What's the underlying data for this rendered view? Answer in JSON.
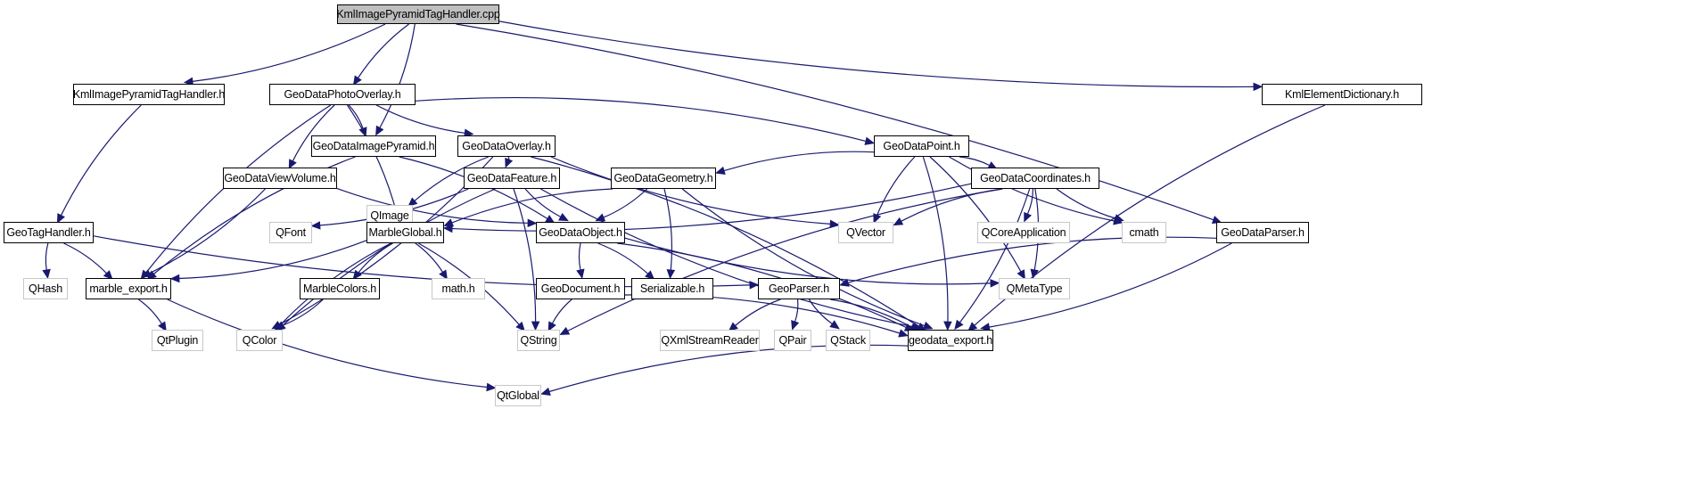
{
  "title": "KmlImagePyramidTagHandler.cpp include dependency graph",
  "colors": {
    "edge": "#191970",
    "root_fill": "#bfbfbf",
    "local_border": "#000000",
    "external_border": "#c8c8c8"
  },
  "nodes": [
    {
      "id": "cpp",
      "label": "KmlImagePyramidTagHandler.cpp",
      "kind": "root"
    },
    {
      "id": "kipth_h",
      "label": "KmlImagePyramidTagHandler.h",
      "kind": "local"
    },
    {
      "id": "gdpo",
      "label": "GeoDataPhotoOverlay.h",
      "kind": "local"
    },
    {
      "id": "ked",
      "label": "KmlElementDictionary.h",
      "kind": "local"
    },
    {
      "id": "gdip",
      "label": "GeoDataImagePyramid.h",
      "kind": "local"
    },
    {
      "id": "gdov",
      "label": "GeoDataOverlay.h",
      "kind": "local"
    },
    {
      "id": "gdpt",
      "label": "GeoDataPoint.h",
      "kind": "local"
    },
    {
      "id": "gdvv",
      "label": "GeoDataViewVolume.h",
      "kind": "local"
    },
    {
      "id": "qimage",
      "label": "QImage",
      "kind": "external"
    },
    {
      "id": "gdfeat",
      "label": "GeoDataFeature.h",
      "kind": "local"
    },
    {
      "id": "gdgeom",
      "label": "GeoDataGeometry.h",
      "kind": "local"
    },
    {
      "id": "gdcoord",
      "label": "GeoDataCoordinates.h",
      "kind": "local"
    },
    {
      "id": "gth",
      "label": "GeoTagHandler.h",
      "kind": "local"
    },
    {
      "id": "qfont",
      "label": "QFont",
      "kind": "external"
    },
    {
      "id": "mglobal",
      "label": "MarbleGlobal.h",
      "kind": "local"
    },
    {
      "id": "gdobj",
      "label": "GeoDataObject.h",
      "kind": "local"
    },
    {
      "id": "qvector",
      "label": "QVector",
      "kind": "external"
    },
    {
      "id": "qcoreapp",
      "label": "QCoreApplication",
      "kind": "external"
    },
    {
      "id": "cmath",
      "label": "cmath",
      "kind": "external"
    },
    {
      "id": "gdparser",
      "label": "GeoDataParser.h",
      "kind": "local"
    },
    {
      "id": "qhash",
      "label": "QHash",
      "kind": "external"
    },
    {
      "id": "mexport",
      "label": "marble_export.h",
      "kind": "local"
    },
    {
      "id": "mcolors",
      "label": "MarbleColors.h",
      "kind": "local"
    },
    {
      "id": "mathh",
      "label": "math.h",
      "kind": "external"
    },
    {
      "id": "gddoc",
      "label": "GeoDocument.h",
      "kind": "local"
    },
    {
      "id": "serial",
      "label": "Serializable.h",
      "kind": "local"
    },
    {
      "id": "gparser",
      "label": "GeoParser.h",
      "kind": "local"
    },
    {
      "id": "qmeta",
      "label": "QMetaType",
      "kind": "external"
    },
    {
      "id": "qtplugin",
      "label": "QtPlugin",
      "kind": "external"
    },
    {
      "id": "qcolor",
      "label": "QColor",
      "kind": "external"
    },
    {
      "id": "qstring",
      "label": "QString",
      "kind": "external"
    },
    {
      "id": "qxml",
      "label": "QXmlStreamReader",
      "kind": "external"
    },
    {
      "id": "qpair",
      "label": "QPair",
      "kind": "external"
    },
    {
      "id": "qstack",
      "label": "QStack",
      "kind": "external"
    },
    {
      "id": "gdexport",
      "label": "geodata_export.h",
      "kind": "local"
    },
    {
      "id": "qtglobal",
      "label": "QtGlobal",
      "kind": "external"
    }
  ],
  "edges": [
    [
      "cpp",
      "kipth_h"
    ],
    [
      "cpp",
      "gdpo"
    ],
    [
      "cpp",
      "gdip"
    ],
    [
      "cpp",
      "ked"
    ],
    [
      "cpp",
      "gdparser"
    ],
    [
      "kipth_h",
      "gth"
    ],
    [
      "gdpo",
      "gdip"
    ],
    [
      "gdpo",
      "gdov"
    ],
    [
      "gdpo",
      "gdpt"
    ],
    [
      "gdpo",
      "gdvv"
    ],
    [
      "gdpo",
      "mglobal"
    ],
    [
      "gdpo",
      "mexport"
    ],
    [
      "gdip",
      "gdobj"
    ],
    [
      "gdip",
      "mexport"
    ],
    [
      "gdov",
      "gdfeat"
    ],
    [
      "gdov",
      "qimage"
    ],
    [
      "gdov",
      "qcolor"
    ],
    [
      "gdov",
      "qvector"
    ],
    [
      "gdov",
      "gdexport"
    ],
    [
      "gdpt",
      "gdgeom"
    ],
    [
      "gdpt",
      "gdcoord"
    ],
    [
      "gdpt",
      "qvector"
    ],
    [
      "gdpt",
      "qmeta"
    ],
    [
      "gdpt",
      "cmath"
    ],
    [
      "gdpt",
      "gdexport"
    ],
    [
      "gdvv",
      "gdobj"
    ],
    [
      "gdvv",
      "mexport"
    ],
    [
      "gdfeat",
      "gdobj"
    ],
    [
      "gdfeat",
      "qfont"
    ],
    [
      "gdfeat",
      "qcolor"
    ],
    [
      "gdfeat",
      "qstring"
    ],
    [
      "gdfeat",
      "gdexport"
    ],
    [
      "gdgeom",
      "gdobj"
    ],
    [
      "gdgeom",
      "mglobal"
    ],
    [
      "gdgeom",
      "serial"
    ],
    [
      "gdgeom",
      "gdexport"
    ],
    [
      "gdcoord",
      "mglobal"
    ],
    [
      "gdcoord",
      "qvector"
    ],
    [
      "gdcoord",
      "qcoreapp"
    ],
    [
      "gdcoord",
      "cmath"
    ],
    [
      "gdcoord",
      "qmeta"
    ],
    [
      "gdcoord",
      "qstring"
    ],
    [
      "gdcoord",
      "gdexport"
    ],
    [
      "gth",
      "qhash"
    ],
    [
      "gth",
      "mexport"
    ],
    [
      "gth",
      "gparser"
    ],
    [
      "mglobal",
      "mexport"
    ],
    [
      "mglobal",
      "mcolors"
    ],
    [
      "mglobal",
      "mathh"
    ],
    [
      "mglobal",
      "qcolor"
    ],
    [
      "mglobal",
      "qstring"
    ],
    [
      "gdobj",
      "gddoc"
    ],
    [
      "gdobj",
      "serial"
    ],
    [
      "gdobj",
      "qmeta"
    ],
    [
      "gdobj",
      "gdexport"
    ],
    [
      "gdparser",
      "gparser"
    ],
    [
      "gdparser",
      "gdexport"
    ],
    [
      "ked",
      "gdexport"
    ],
    [
      "mexport",
      "qtplugin"
    ],
    [
      "mexport",
      "qtglobal"
    ],
    [
      "mcolors",
      "qcolor"
    ],
    [
      "gddoc",
      "qstring"
    ],
    [
      "gddoc",
      "gdexport"
    ],
    [
      "gparser",
      "qxml"
    ],
    [
      "gparser",
      "qpair"
    ],
    [
      "gparser",
      "qstack"
    ],
    [
      "gparser",
      "gdexport"
    ],
    [
      "gdexport",
      "qtglobal"
    ]
  ]
}
